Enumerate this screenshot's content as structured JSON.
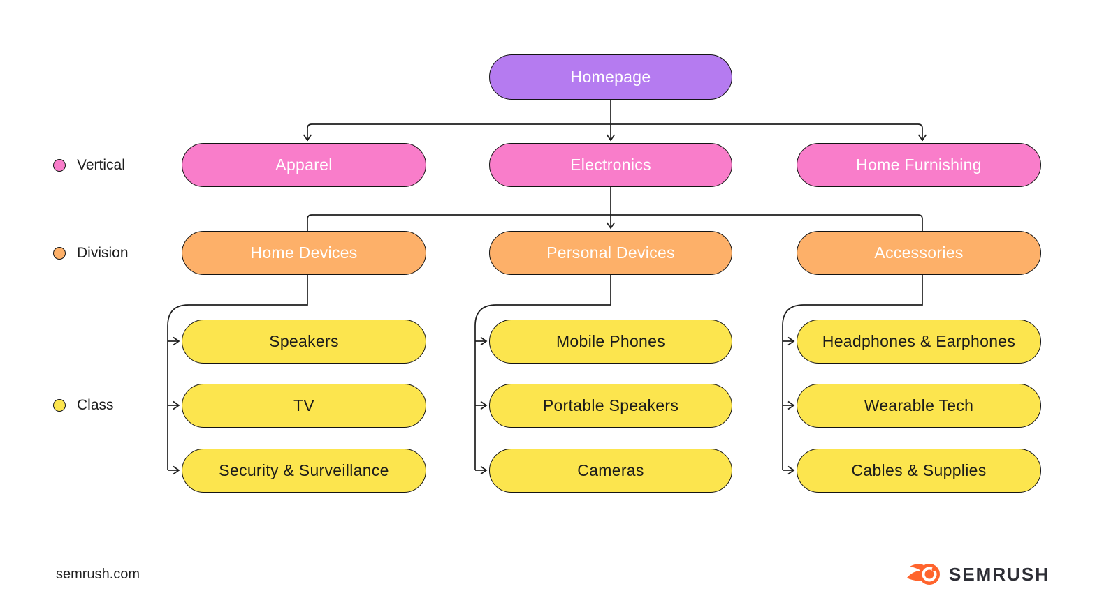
{
  "colors": {
    "root_fill": "#B57BF0",
    "vertical_fill": "#F97DCA",
    "division_fill": "#FDB069",
    "class_fill": "#FCE54E",
    "line": "#1E1E1E",
    "pill_border": "#141414",
    "brand_orange": "#FF642D",
    "brand_text": "#2D2E35"
  },
  "legend": {
    "items": [
      {
        "label": "Vertical",
        "color": "#F97DCA"
      },
      {
        "label": "Division",
        "color": "#FDB069"
      },
      {
        "label": "Class",
        "color": "#FCE54E"
      }
    ]
  },
  "sitemap": {
    "root": {
      "label": "Homepage"
    },
    "verticals": [
      {
        "label": "Apparel"
      },
      {
        "label": "Electronics"
      },
      {
        "label": "Home Furnishing"
      }
    ],
    "divisions": [
      {
        "label": "Home Devices",
        "classes": [
          {
            "label": "Speakers"
          },
          {
            "label": "TV"
          },
          {
            "label": "Security & Surveillance"
          }
        ]
      },
      {
        "label": "Personal Devices",
        "classes": [
          {
            "label": "Mobile Phones"
          },
          {
            "label": "Portable Speakers"
          },
          {
            "label": "Cameras"
          }
        ]
      },
      {
        "label": "Accessories",
        "classes": [
          {
            "label": "Headphones & Earphones"
          },
          {
            "label": "Wearable Tech"
          },
          {
            "label": "Cables & Supplies"
          }
        ]
      }
    ]
  },
  "footer": {
    "website": "semrush.com",
    "logo_text": "SEMRUSH"
  }
}
